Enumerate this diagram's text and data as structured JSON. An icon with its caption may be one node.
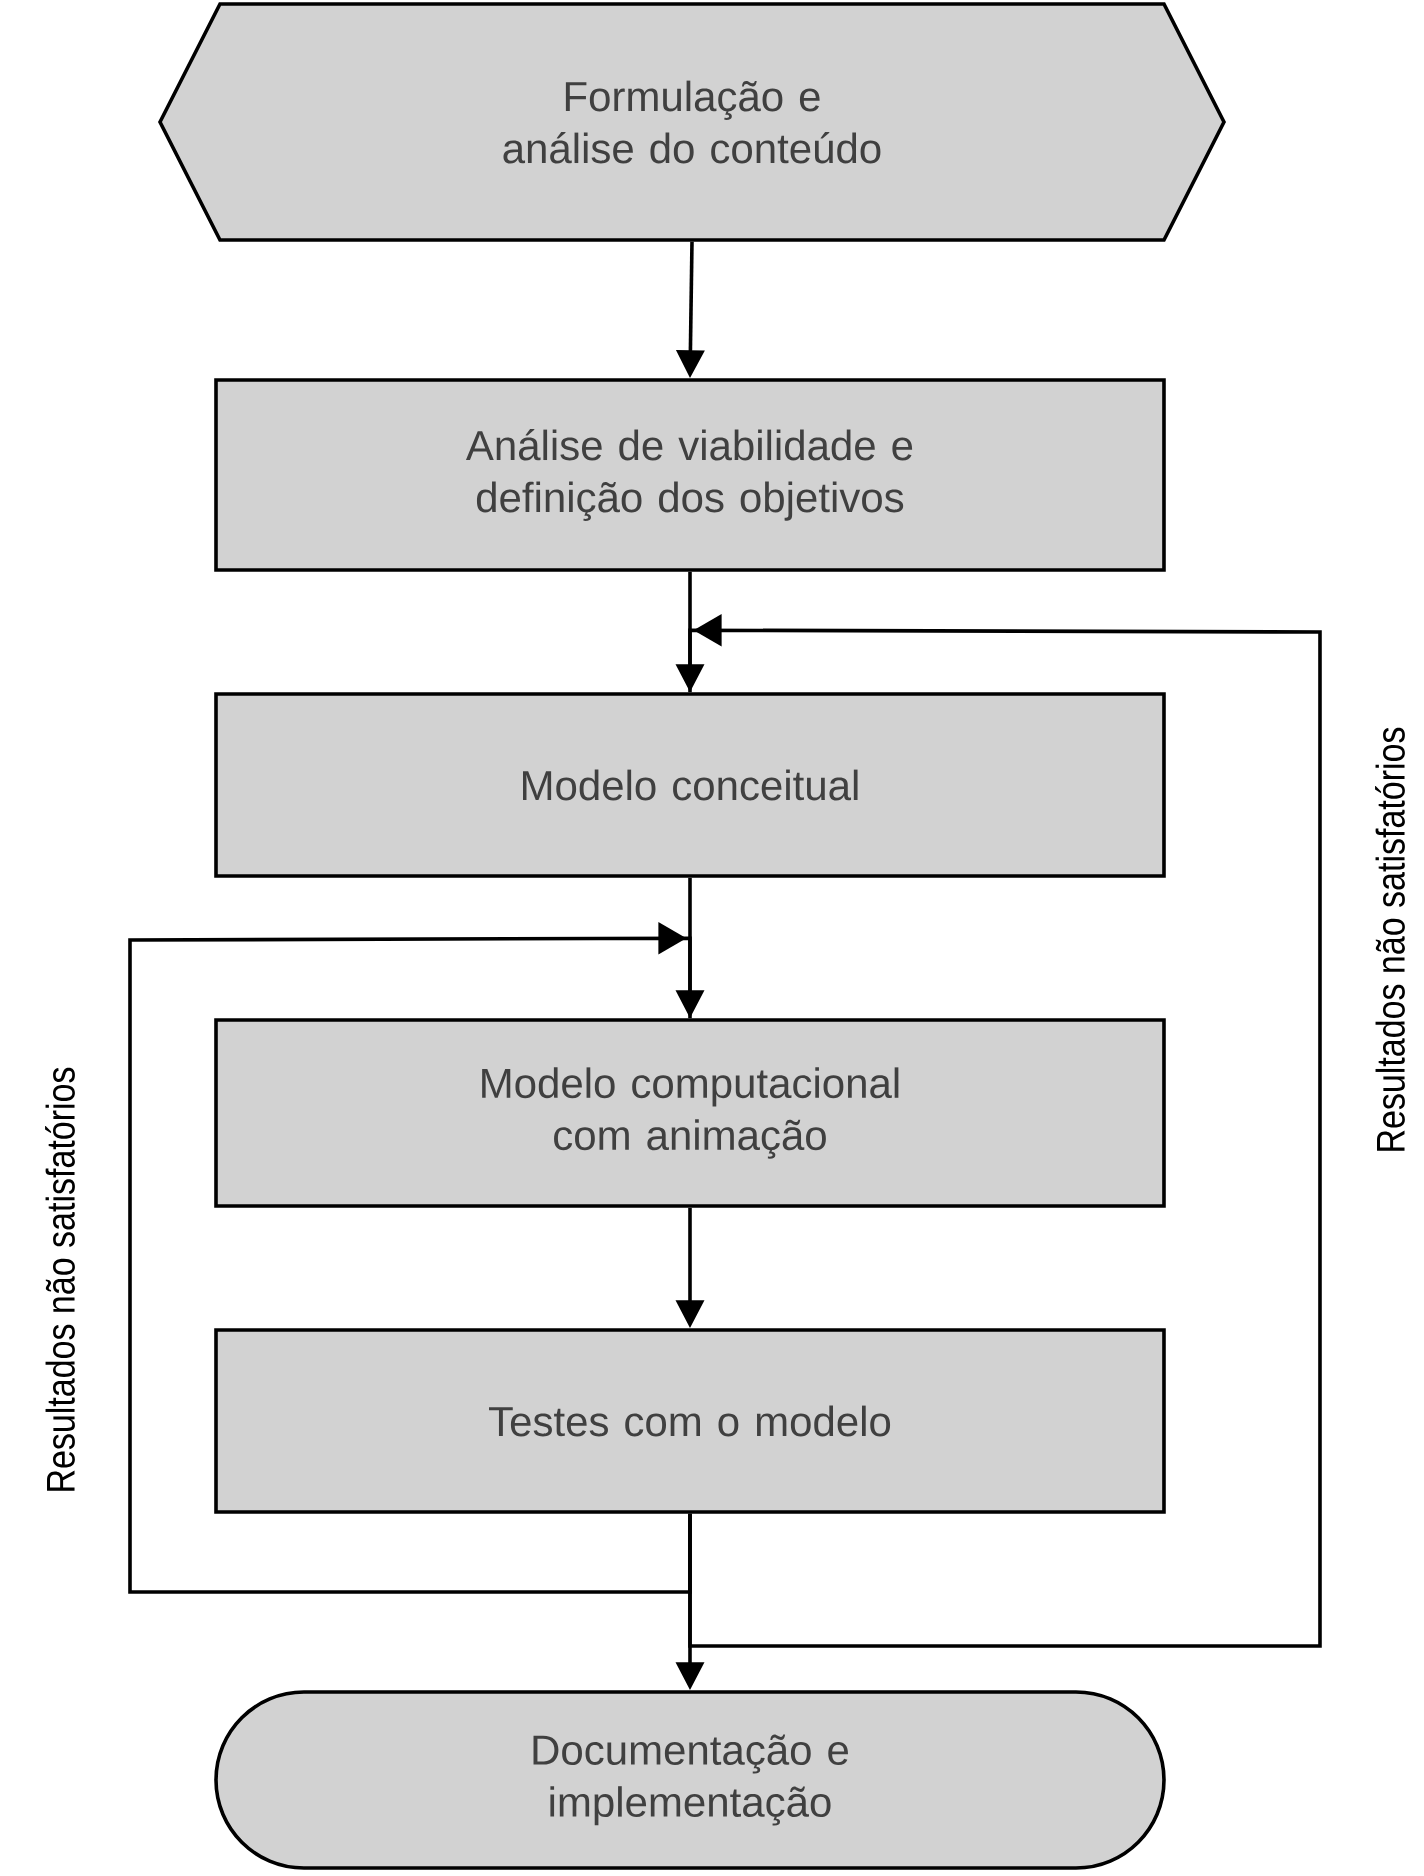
{
  "diagram": {
    "nodes": [
      {
        "text": [
          "Formulação e análise do conteúdo"
        ]
      },
      {
        "text": [
          "Análise de viabilidade e definição dos objetivos"
        ]
      },
      {
        "text": [
          "Modelo conceitual"
        ]
      },
      {
        "text": [
          "Modelo computacional com animação"
        ]
      },
      {
        "text": [
          "Testes com o modelo"
        ]
      },
      {
        "text": [
          "Documentação e implementação"
        ]
      }
    ],
    "edges": [
      {
        "from": 0,
        "to": 1,
        "arrow": "to"
      },
      {
        "from": 1,
        "to": 2,
        "arrow": "to"
      },
      {
        "from": 2,
        "to": 3,
        "arrow": "to"
      },
      {
        "from": 3,
        "to": 4,
        "arrow": "to"
      },
      {
        "from": 4,
        "to": 5,
        "arrow": "to"
      },
      {
        "from": 4,
        "to": 3,
        "arrow": "to",
        "label": "Resultados não satisfatórios"
      },
      {
        "from": 4,
        "to": 2,
        "arrow": "to",
        "label": "Resultados não satisfatórios"
      }
    ]
  }
}
